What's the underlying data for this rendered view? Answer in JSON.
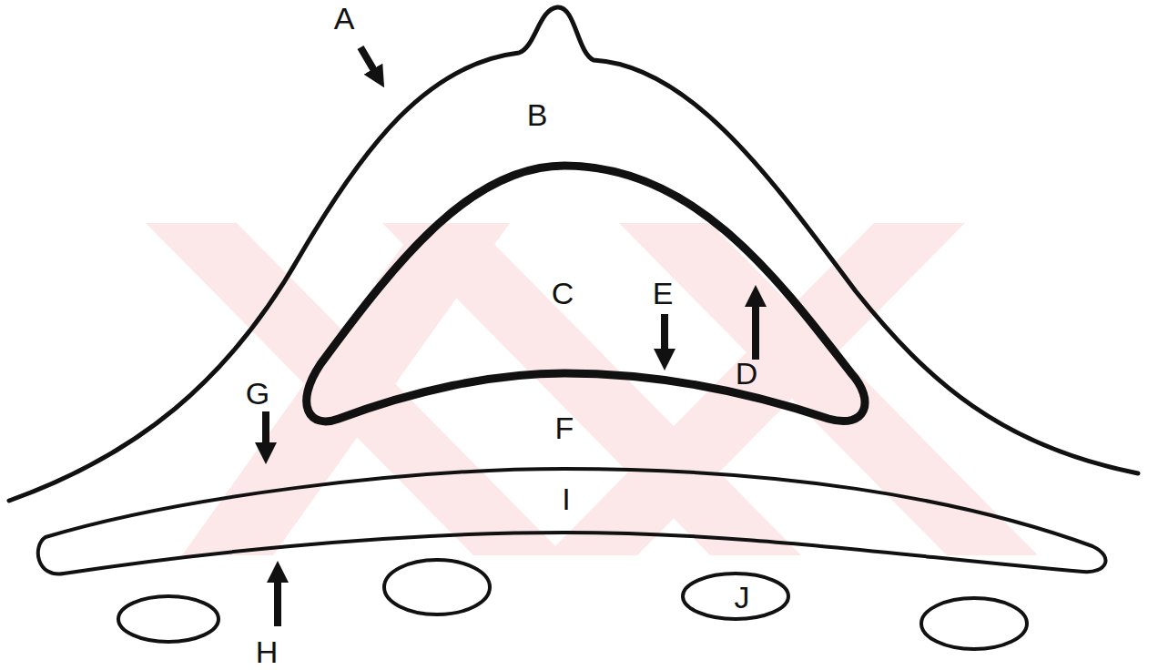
{
  "diagram": {
    "labels": [
      "A",
      "B",
      "C",
      "E",
      "D",
      "G",
      "F",
      "I",
      "H",
      "J"
    ]
  }
}
